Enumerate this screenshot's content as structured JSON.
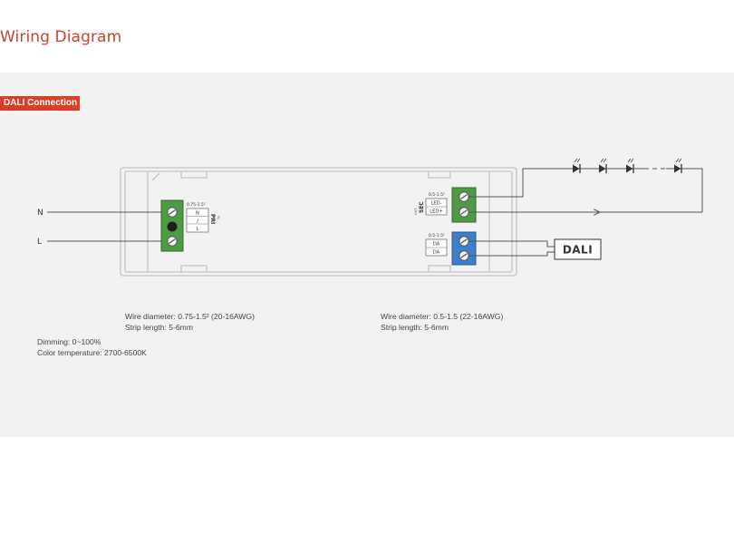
{
  "page": {
    "title": "Wiring Diagram"
  },
  "section": {
    "badge": "DALI Connection"
  },
  "primary": {
    "inputs": [
      "N",
      "L"
    ],
    "gauge": "0.75-1.5²",
    "terminals": [
      "N",
      "/",
      "L"
    ],
    "side_label": "PRI",
    "side_sublabel": "IN"
  },
  "secondary": {
    "side_label": "SEC",
    "side_sublabel": "OUT",
    "gauge": "0.5-1.5²",
    "terminals": [
      "LED-",
      "LED+"
    ]
  },
  "dali": {
    "gauge": "0.5-1.5²",
    "terminals": [
      "DA",
      "DA"
    ],
    "box_label": "DALI"
  },
  "notes": {
    "primary_wire": "Wire diameter: 0.75-1.5² (20-16AWG)",
    "primary_strip": "Strip length: 5-6mm",
    "secondary_wire": "Wire diameter: 0.5-1.5  (22-16AWG)",
    "secondary_strip": "Strip length: 5-6mm",
    "dimming": "Dimming: 0~100%",
    "color_temp": "Color temperature: 2700-6500K"
  },
  "colors": {
    "title": "#c8432f",
    "badge": "#d63f28",
    "terminal_green": "#4e9b46",
    "terminal_blue": "#3d7fc8",
    "line": "#555555"
  }
}
